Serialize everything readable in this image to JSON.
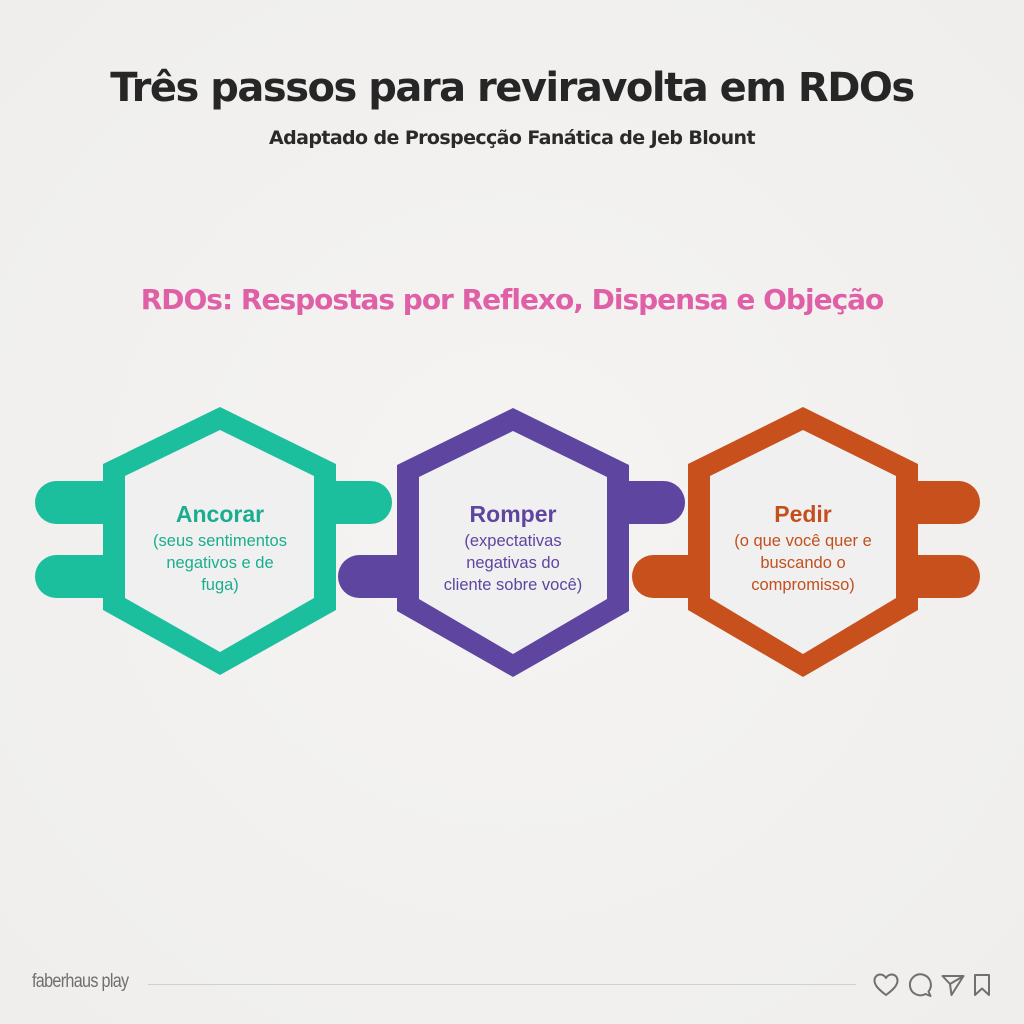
{
  "header": {
    "title": "Três passos para reviravolta em RDOs",
    "subtitle": "Adaptado de Prospecção Fanática de Jeb Blount"
  },
  "section": {
    "title": "RDOs: Respostas por Reflexo, Dispensa e Objeção",
    "title_color": "#e060a8"
  },
  "steps": [
    {
      "label": "Ancorar",
      "description": "(seus sentimentos negativos e de fuga)",
      "desc_lines": [
        "(seus sentimentos",
        "negativos e de",
        "fuga)"
      ],
      "color": "#1cbf9d",
      "text_color": "#1aae8e"
    },
    {
      "label": "Romper",
      "description": "(expectativas negativas do cliente sobre você)",
      "desc_lines": [
        "(expectativas",
        "negativas do",
        "cliente sobre você)"
      ],
      "color": "#5e45a0",
      "text_color": "#5e45a0"
    },
    {
      "label": "Pedir",
      "description": "(o que você quer e buscando o compromisso)",
      "desc_lines": [
        "(o que você quer e",
        "buscando o",
        "compromisso)"
      ],
      "color": "#c8501c",
      "text_color": "#c24f1d"
    }
  ],
  "footer": {
    "brand": "faberhaus play",
    "icons": [
      "heart-icon",
      "comment-icon",
      "send-icon",
      "bookmark-icon"
    ]
  }
}
